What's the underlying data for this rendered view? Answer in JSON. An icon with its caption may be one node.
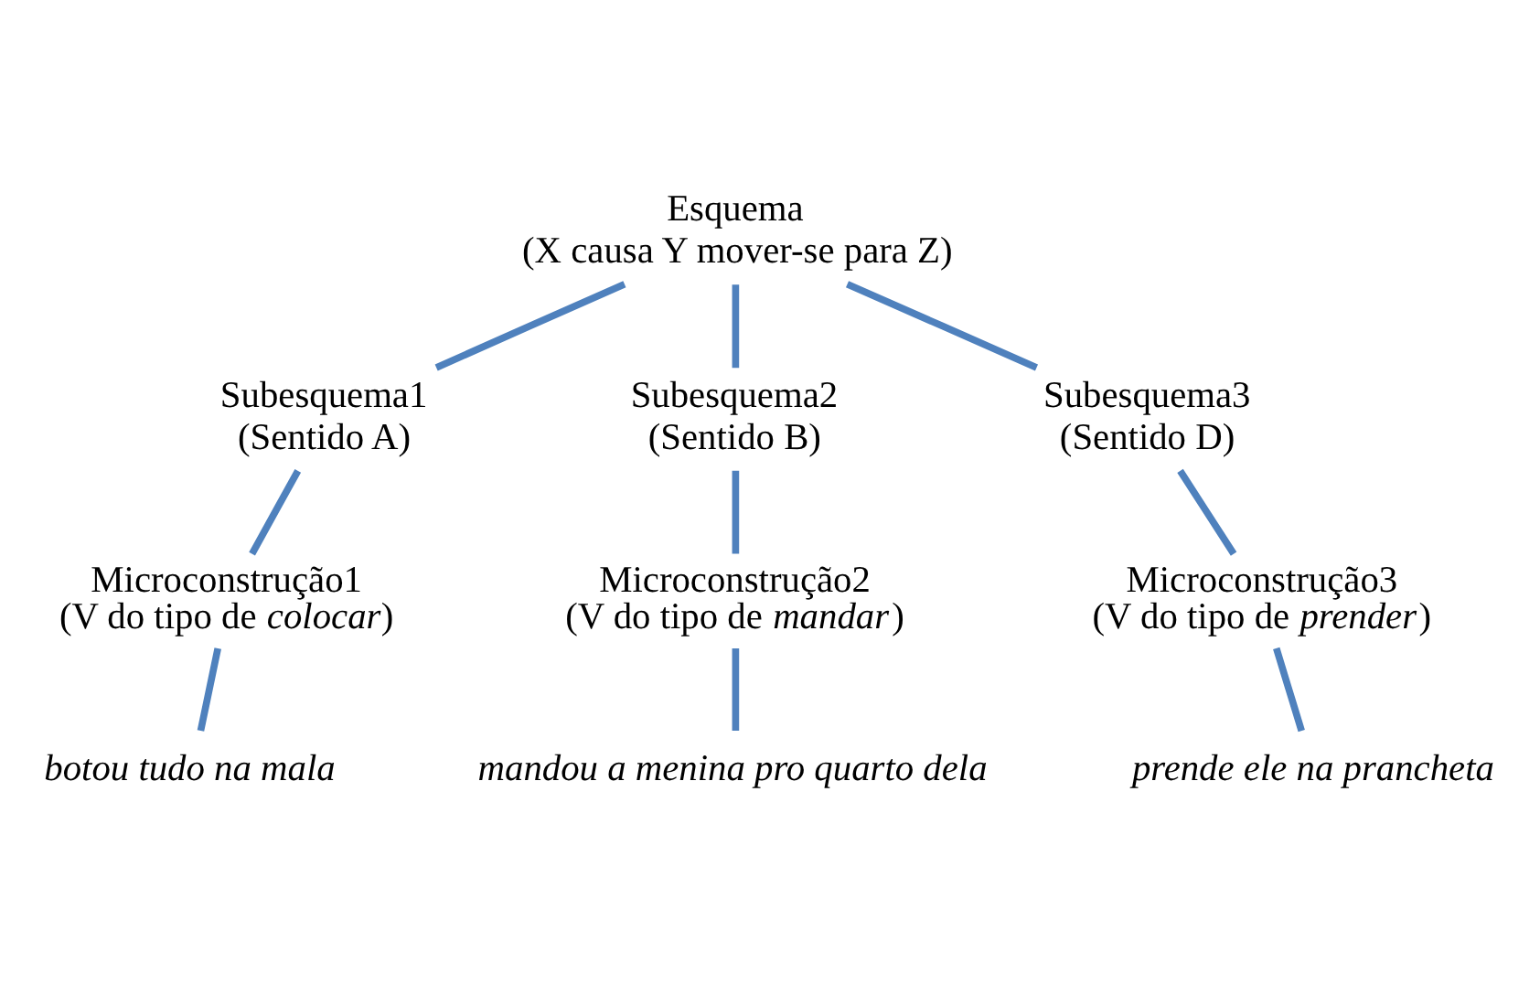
{
  "diagram": {
    "nodes": [
      {
        "text": [
          "Esquema",
          "(X causa Y mover-se para Z)"
        ]
      },
      {
        "text": [
          "Subesquema1",
          "(Sentido A)"
        ]
      },
      {
        "text": [
          "Subesquema2",
          "(Sentido B)"
        ]
      },
      {
        "text": [
          "Subesquema3",
          "(Sentido D)"
        ]
      },
      {
        "text": [
          "Microconstrução1",
          "(V do tipo de *colocar*)"
        ]
      },
      {
        "text": [
          "Microconstrução2",
          "(V do tipo de *mandar*)"
        ]
      },
      {
        "text": [
          "Microconstrução3",
          "(V do tipo de *prender*)"
        ]
      },
      {
        "text": [
          "botou tudo na mala"
        ]
      },
      {
        "text": [
          "mandou a menina pro quarto dela"
        ]
      },
      {
        "text": [
          "prende ele na prancheta"
        ]
      }
    ],
    "edges": [
      {
        "from": 0,
        "to": 1,
        "arrow": "none"
      },
      {
        "from": 0,
        "to": 2,
        "arrow": "none"
      },
      {
        "from": 0,
        "to": 3,
        "arrow": "none"
      },
      {
        "from": 1,
        "to": 4,
        "arrow": "none"
      },
      {
        "from": 2,
        "to": 5,
        "arrow": "none"
      },
      {
        "from": 3,
        "to": 6,
        "arrow": "none"
      },
      {
        "from": 4,
        "to": 7,
        "arrow": "none"
      },
      {
        "from": 5,
        "to": 8,
        "arrow": "none"
      },
      {
        "from": 6,
        "to": 9,
        "arrow": "none"
      }
    ]
  }
}
